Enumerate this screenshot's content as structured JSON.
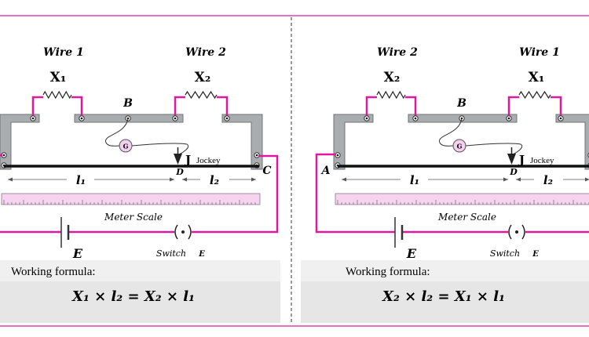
{
  "colors": {
    "wire_pink": "#e0189a",
    "frame_grey": "#a9adb0",
    "scale_pink": "#f6d3ef",
    "rule_pink": "#e040b0",
    "formula_bg": "#f0f0f0",
    "formula_box": "#e6e6e6"
  },
  "panels": [
    {
      "wire_left": "Wire 1",
      "wire_right": "Wire 2",
      "res_left": "X₁",
      "res_right": "X₂",
      "label_b": "B",
      "label_end": "C",
      "label_d": "D",
      "jockey_j": "J",
      "jockey_text": "Jockey",
      "l1": "l₁",
      "l2": "l₂",
      "meter_scale": "Meter Scale",
      "galvanometer": "G",
      "battery": "E",
      "switch_label": "Switch",
      "switch_e": "E",
      "formula_heading": "Working formula:",
      "formula": "X₁ × l₂ = X₂ × l₁"
    },
    {
      "wire_left": "Wire 2",
      "wire_right": "Wire 1",
      "res_left": "X₂",
      "res_right": "X₁",
      "label_b": "B",
      "label_end": "A",
      "label_d": "D",
      "jockey_j": "J",
      "jockey_text": "Jockey",
      "l1": "l₁",
      "l2": "l₂",
      "meter_scale": "Meter Scale",
      "galvanometer": "G",
      "battery": "E",
      "switch_label": "Switch",
      "switch_e": "E",
      "formula_heading": "Working formula:",
      "formula": "X₂ × l₂ = X₁ × l₁"
    }
  ]
}
